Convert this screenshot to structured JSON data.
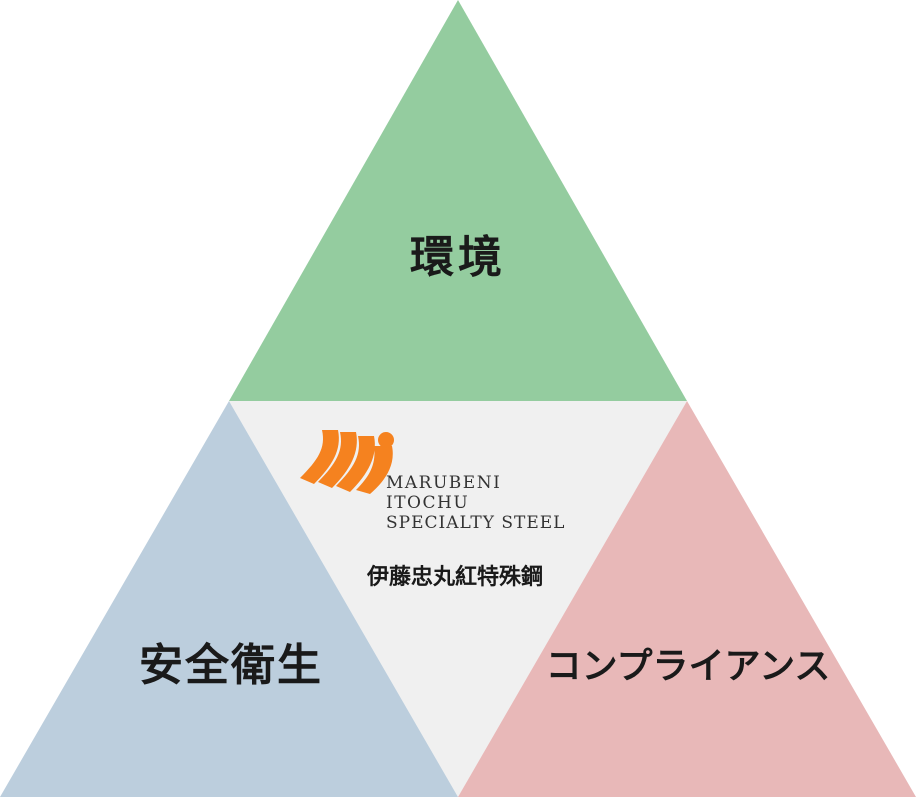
{
  "sections": {
    "top": {
      "label": "環境",
      "color": "#94cc9f"
    },
    "left": {
      "label": "安全衛生",
      "color": "#bccedd"
    },
    "right": {
      "label": "コンプライアンス",
      "color": "#e8b8b8"
    },
    "center": {
      "color": "#f0f0f0"
    }
  },
  "logo": {
    "icon": "mi-wave-logo",
    "icon_color": "#f5821f",
    "line1": "MARUBENI",
    "line2": "ITOCHU",
    "line3": "SPECIALTY STEEL",
    "company_name_jp": "伊藤忠丸紅特殊鋼"
  }
}
